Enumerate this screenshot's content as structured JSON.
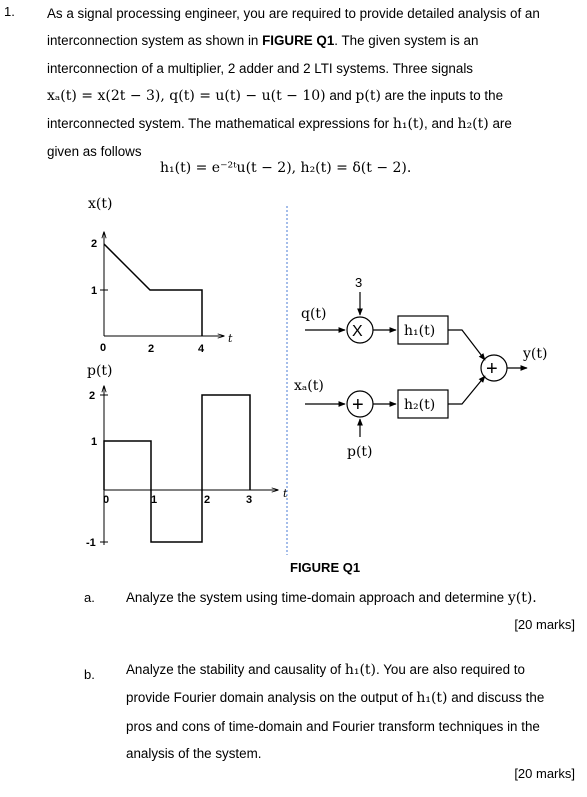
{
  "question": {
    "number": "1.",
    "intro_lines": [
      "As a signal processing engineer, you are required to provide detailed analysis of an",
      "interconnection system as shown in ",
      "interconnected system. The mathematical expressions for ",
      "given as follows"
    ],
    "figure_ref": "FIGURE Q1",
    "line2_tail": ". The given system is an",
    "line3": "interconnection of a multiplier, 2 adder and 2 LTI systems. Three signals",
    "line4_signals": "xₐ(t) = x(2t − 3), q(t) = u(t) − u(t − 10)",
    "line4_mid": " and ",
    "line4_p": "p(t)",
    "line4_tail": " are the inputs to the",
    "line5_h1": "h₁(t)",
    "line5_and": ", and ",
    "line5_h2": "h₂(t)",
    "line5_tail": " are",
    "equation": "h₁(t) = e⁻²ᵗu(t − 2),  h₂(t) = δ(t − 2)."
  },
  "figure": {
    "caption": "FIGURE Q1",
    "xt_plot": {
      "ylabel": "x(t)",
      "xlabel": "t",
      "y_ticks": [
        "2",
        "1",
        "0"
      ],
      "x_ticks": [
        "2",
        "4"
      ]
    },
    "pt_plot": {
      "ylabel": "p(t)",
      "xlabel": "t",
      "y_ticks": [
        "2",
        "1",
        "-1"
      ],
      "x_ticks": [
        "0",
        "1",
        "2",
        "3"
      ]
    },
    "block": {
      "q_label": "q(t)",
      "const_label": "3",
      "multiply_symbol": "X",
      "h1_label": "h₁(t)",
      "xa_label": "xₐ(t)",
      "adder_symbol": "+",
      "h2_label": "h₂(t)",
      "p_label": "p(t)",
      "out_adder_symbol": "+",
      "y_label": "y(t)"
    }
  },
  "parts": [
    {
      "label": "a.",
      "text": "Analyze the system using time-domain approach and determine ",
      "math": "y(t).",
      "marks": "[20 marks]"
    },
    {
      "label": "b.",
      "line1": "Analyze the stability and causality of ",
      "line1_math": "h₁(t)",
      "line1_tail": ". You are also required to",
      "line2": "provide Fourier domain analysis on the output of ",
      "line2_math": "h₁(t)",
      "line2_tail": " and discuss the",
      "line3": "pros and cons of time-domain and Fourier transform techniques in the",
      "line4": "analysis of the system.",
      "marks": "[20 marks]"
    }
  ]
}
